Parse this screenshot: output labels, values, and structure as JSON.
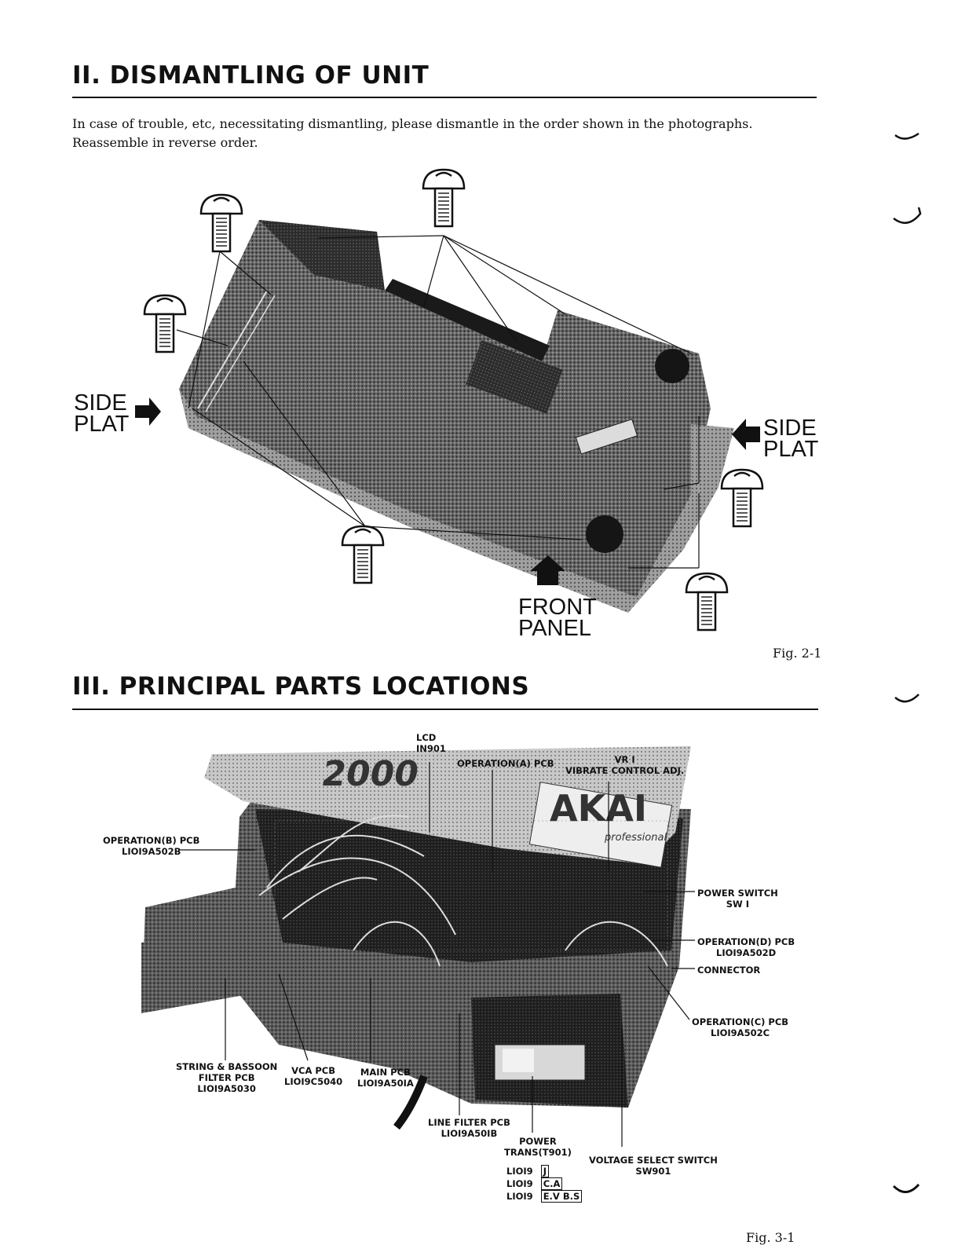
{
  "section2": {
    "title": "II. DISMANTLING OF UNIT",
    "intro_line1": "In case of trouble, etc, necessitating dismantling, please dismantle in the order shown in the photographs.",
    "intro_line2": "Reassemble in reverse order.",
    "label_side_plat_left": "SIDE PLAT",
    "label_side_plat_right": "SIDE PLAT",
    "label_front_panel": "FRONT PANEL",
    "fig_caption": "Fig. 2-1"
  },
  "section3": {
    "title": "III. PRINCIPAL PARTS LOCATIONS",
    "callouts": {
      "lcd": "LCD\nIN901",
      "operation_a": "OPERATION(A) PCB",
      "vr1": "VR I\nVIBRATE CONTROL ADJ.",
      "operation_b": "OPERATION(B) PCB\nLIOI9A502B",
      "power_switch": "POWER SWITCH\nSW I",
      "operation_d": "OPERATION(D) PCB\nLIOI9A502D",
      "connector": "CONNECTOR",
      "operation_c": "OPERATION(C) PCB\nLIOI9A502C",
      "string_bassoon": "STRING & BASSOON\nFILTER PCB\nLIOI9A5030",
      "vca": "VCA PCB\nLIOI9C5040",
      "main": "MAIN PCB\nLIOI9A50IA",
      "line_filter": "LINE FILTER PCB\nLIOI9A50IB",
      "power_trans": "POWER\nTRANS(T901)",
      "voltage_select": "VOLTAGE SELECT SWITCH\nSW901",
      "model_prefix_1": "LIOI9",
      "model_code_1": "J",
      "model_prefix_2": "LIOI9",
      "model_code_2": "C.A",
      "model_prefix_3": "LIOI9",
      "model_code_3": "E.V B.S"
    },
    "photo_brand": "AKAI",
    "photo_model": "2000",
    "photo_subbrand": "professional",
    "fig_caption": "Fig. 3-1"
  }
}
